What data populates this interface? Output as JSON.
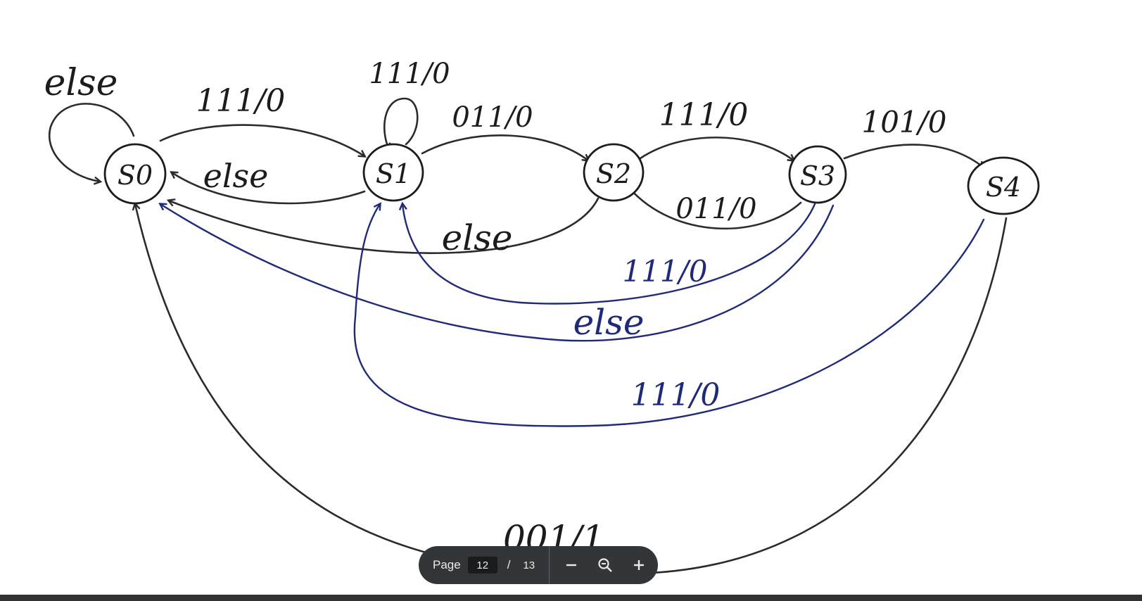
{
  "diagram": {
    "states": [
      "S0",
      "S1",
      "S2",
      "S3",
      "S4"
    ],
    "transitions": [
      {
        "from": "S0",
        "to": "S0",
        "label": "else"
      },
      {
        "from": "S0",
        "to": "S1",
        "label": "111/0"
      },
      {
        "from": "S1",
        "to": "S1",
        "label": "111/0"
      },
      {
        "from": "S1",
        "to": "S0",
        "label": "else"
      },
      {
        "from": "S1",
        "to": "S2",
        "label": "011/0"
      },
      {
        "from": "S2",
        "to": "S3",
        "label": "111/0"
      },
      {
        "from": "S3",
        "to": "S2",
        "label": "011/0"
      },
      {
        "from": "S2",
        "to": "S0",
        "label": "else"
      },
      {
        "from": "S3",
        "to": "S1",
        "label": "111/0"
      },
      {
        "from": "S3",
        "to": "S0",
        "label": "else"
      },
      {
        "from": "S3",
        "to": "S4",
        "label": "101/0"
      },
      {
        "from": "S4",
        "to": "S1",
        "label": "111/0"
      },
      {
        "from": "S4",
        "to": "S0",
        "label": "001/1"
      }
    ],
    "colors": {
      "ink": "#1c1c1c",
      "blue_ink": "#1f2a78"
    }
  },
  "toolbar": {
    "page_label": "Page",
    "current_page": "12",
    "separator": "/",
    "total_pages": "13",
    "icons": {
      "zoom_out": "minus-icon",
      "zoom_reset": "zoom-magnifier-icon",
      "zoom_in": "plus-icon"
    }
  }
}
